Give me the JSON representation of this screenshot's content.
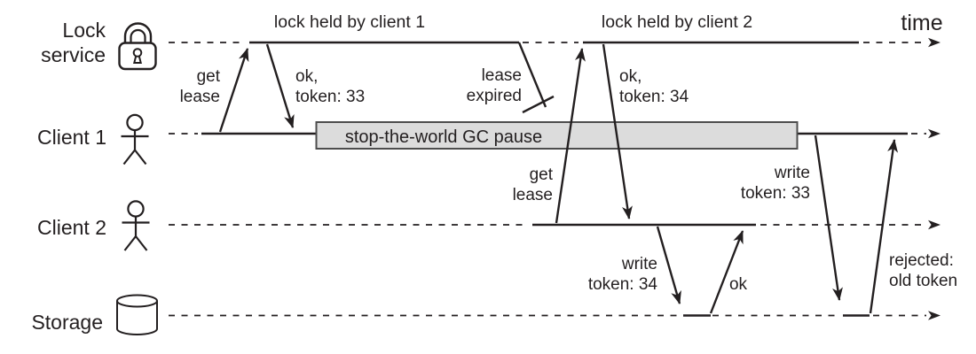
{
  "colors": {
    "ink": "#231f20",
    "gc_fill": "#dcdcdc",
    "gc_border": "#4d4d4d",
    "background": "#ffffff"
  },
  "time_label": "time",
  "lanes": {
    "lock_service": {
      "label1": "Lock",
      "label2": "service",
      "icon": "padlock-icon"
    },
    "client1": {
      "label": "Client 1",
      "icon": "person-icon"
    },
    "client2": {
      "label": "Client 2",
      "icon": "person-icon"
    },
    "storage": {
      "label": "Storage",
      "icon": "database-cylinder-icon"
    }
  },
  "bars": {
    "lock_held_1": "lock held by client 1",
    "lock_held_2": "lock held by client 2"
  },
  "gc_pause_label": "stop-the-world GC pause",
  "labels": {
    "get_lease_1a": "get",
    "get_lease_1b": "lease",
    "ok33a": "ok,",
    "ok33b": "token: 33",
    "lease_exp_a": "lease",
    "lease_exp_b": "expired",
    "get_lease_2a": "get",
    "get_lease_2b": "lease",
    "ok34a": "ok,",
    "ok34b": "token: 34",
    "write34a": "write",
    "write34b": "token: 34",
    "ok_short": "ok",
    "write33a": "write",
    "write33b": "token: 33",
    "rejected_a": "rejected:",
    "rejected_b": "old token"
  }
}
